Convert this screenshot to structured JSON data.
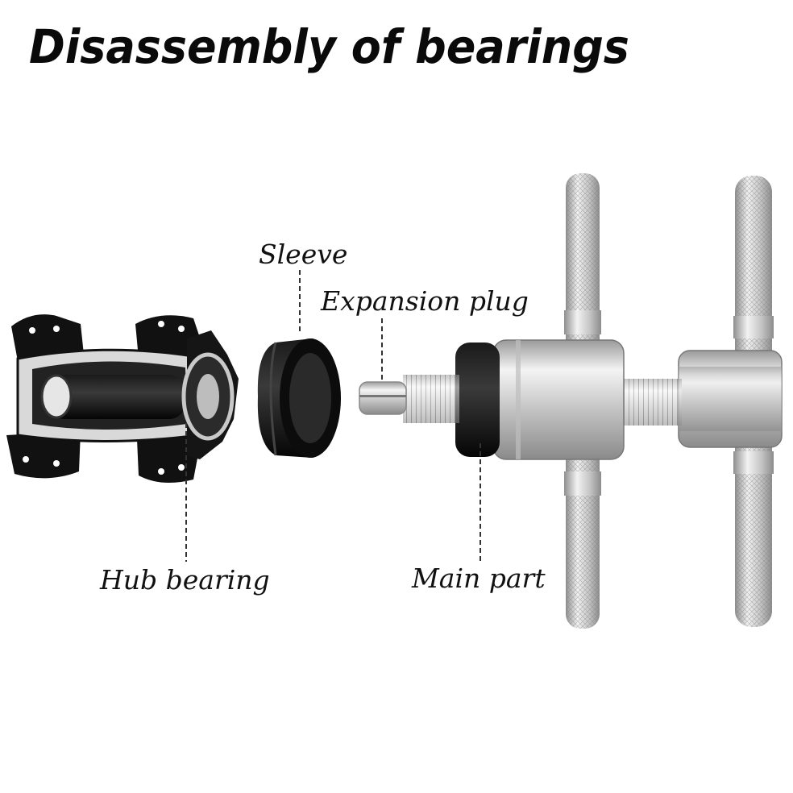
{
  "title": "Disassembly of bearings",
  "labels": {
    "sleeve": "Sleeve",
    "expansion_plug": "Expansion plug",
    "hub_bearing": "Hub bearing",
    "main_part": "Main part"
  }
}
